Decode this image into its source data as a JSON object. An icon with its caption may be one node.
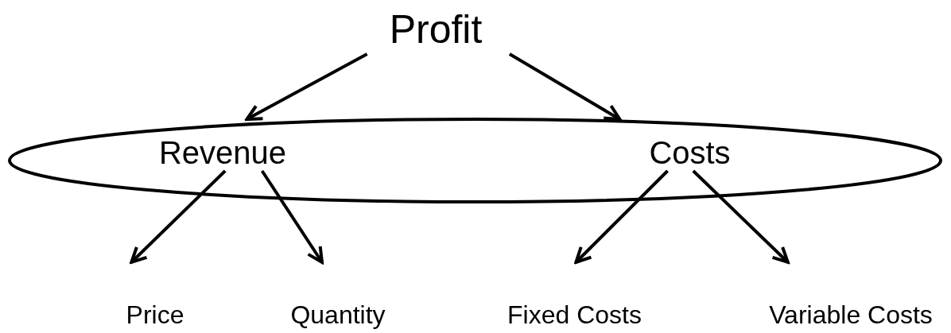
{
  "diagram": {
    "nodes": [
      {
        "text": [
          "Profit"
        ]
      },
      {
        "text": [],
        "shape": "ellipse"
      },
      {
        "text": [
          "Revenue"
        ],
        "in": 1
      },
      {
        "text": [
          "Costs"
        ],
        "in": 1
      },
      {
        "text": [
          "Price"
        ]
      },
      {
        "text": [
          "Quantity"
        ]
      },
      {
        "text": [
          "Fixed Costs"
        ]
      },
      {
        "text": [
          "Variable Costs"
        ]
      }
    ],
    "edges": [
      {
        "from": 0,
        "to": 2,
        "arrow": "to"
      },
      {
        "from": 0,
        "to": 3,
        "arrow": "to"
      },
      {
        "from": 2,
        "to": 4,
        "arrow": "to"
      },
      {
        "from": 2,
        "to": 5,
        "arrow": "to"
      },
      {
        "from": 3,
        "to": 6,
        "arrow": "to"
      },
      {
        "from": 3,
        "to": 7,
        "arrow": "to"
      }
    ]
  }
}
